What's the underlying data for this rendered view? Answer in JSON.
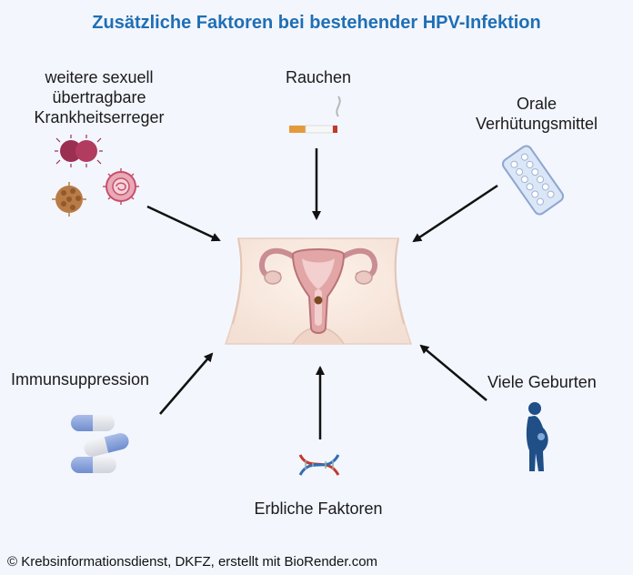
{
  "title": "Zusätzliche Faktoren bei bestehender HPV-Infektion",
  "factors": {
    "sti": "weitere sexuell\nübertragbare\nKrankheitserreger",
    "smoking": "Rauchen",
    "contraceptives": "Orale\nVerhütungsmittel",
    "immunosuppression": "Immunsuppression",
    "heredity": "Erbliche Faktoren",
    "births": "Viele Geburten"
  },
  "footer": "© Krebsinformationsdienst, DKFZ, erstellt mit BioRender.com"
}
